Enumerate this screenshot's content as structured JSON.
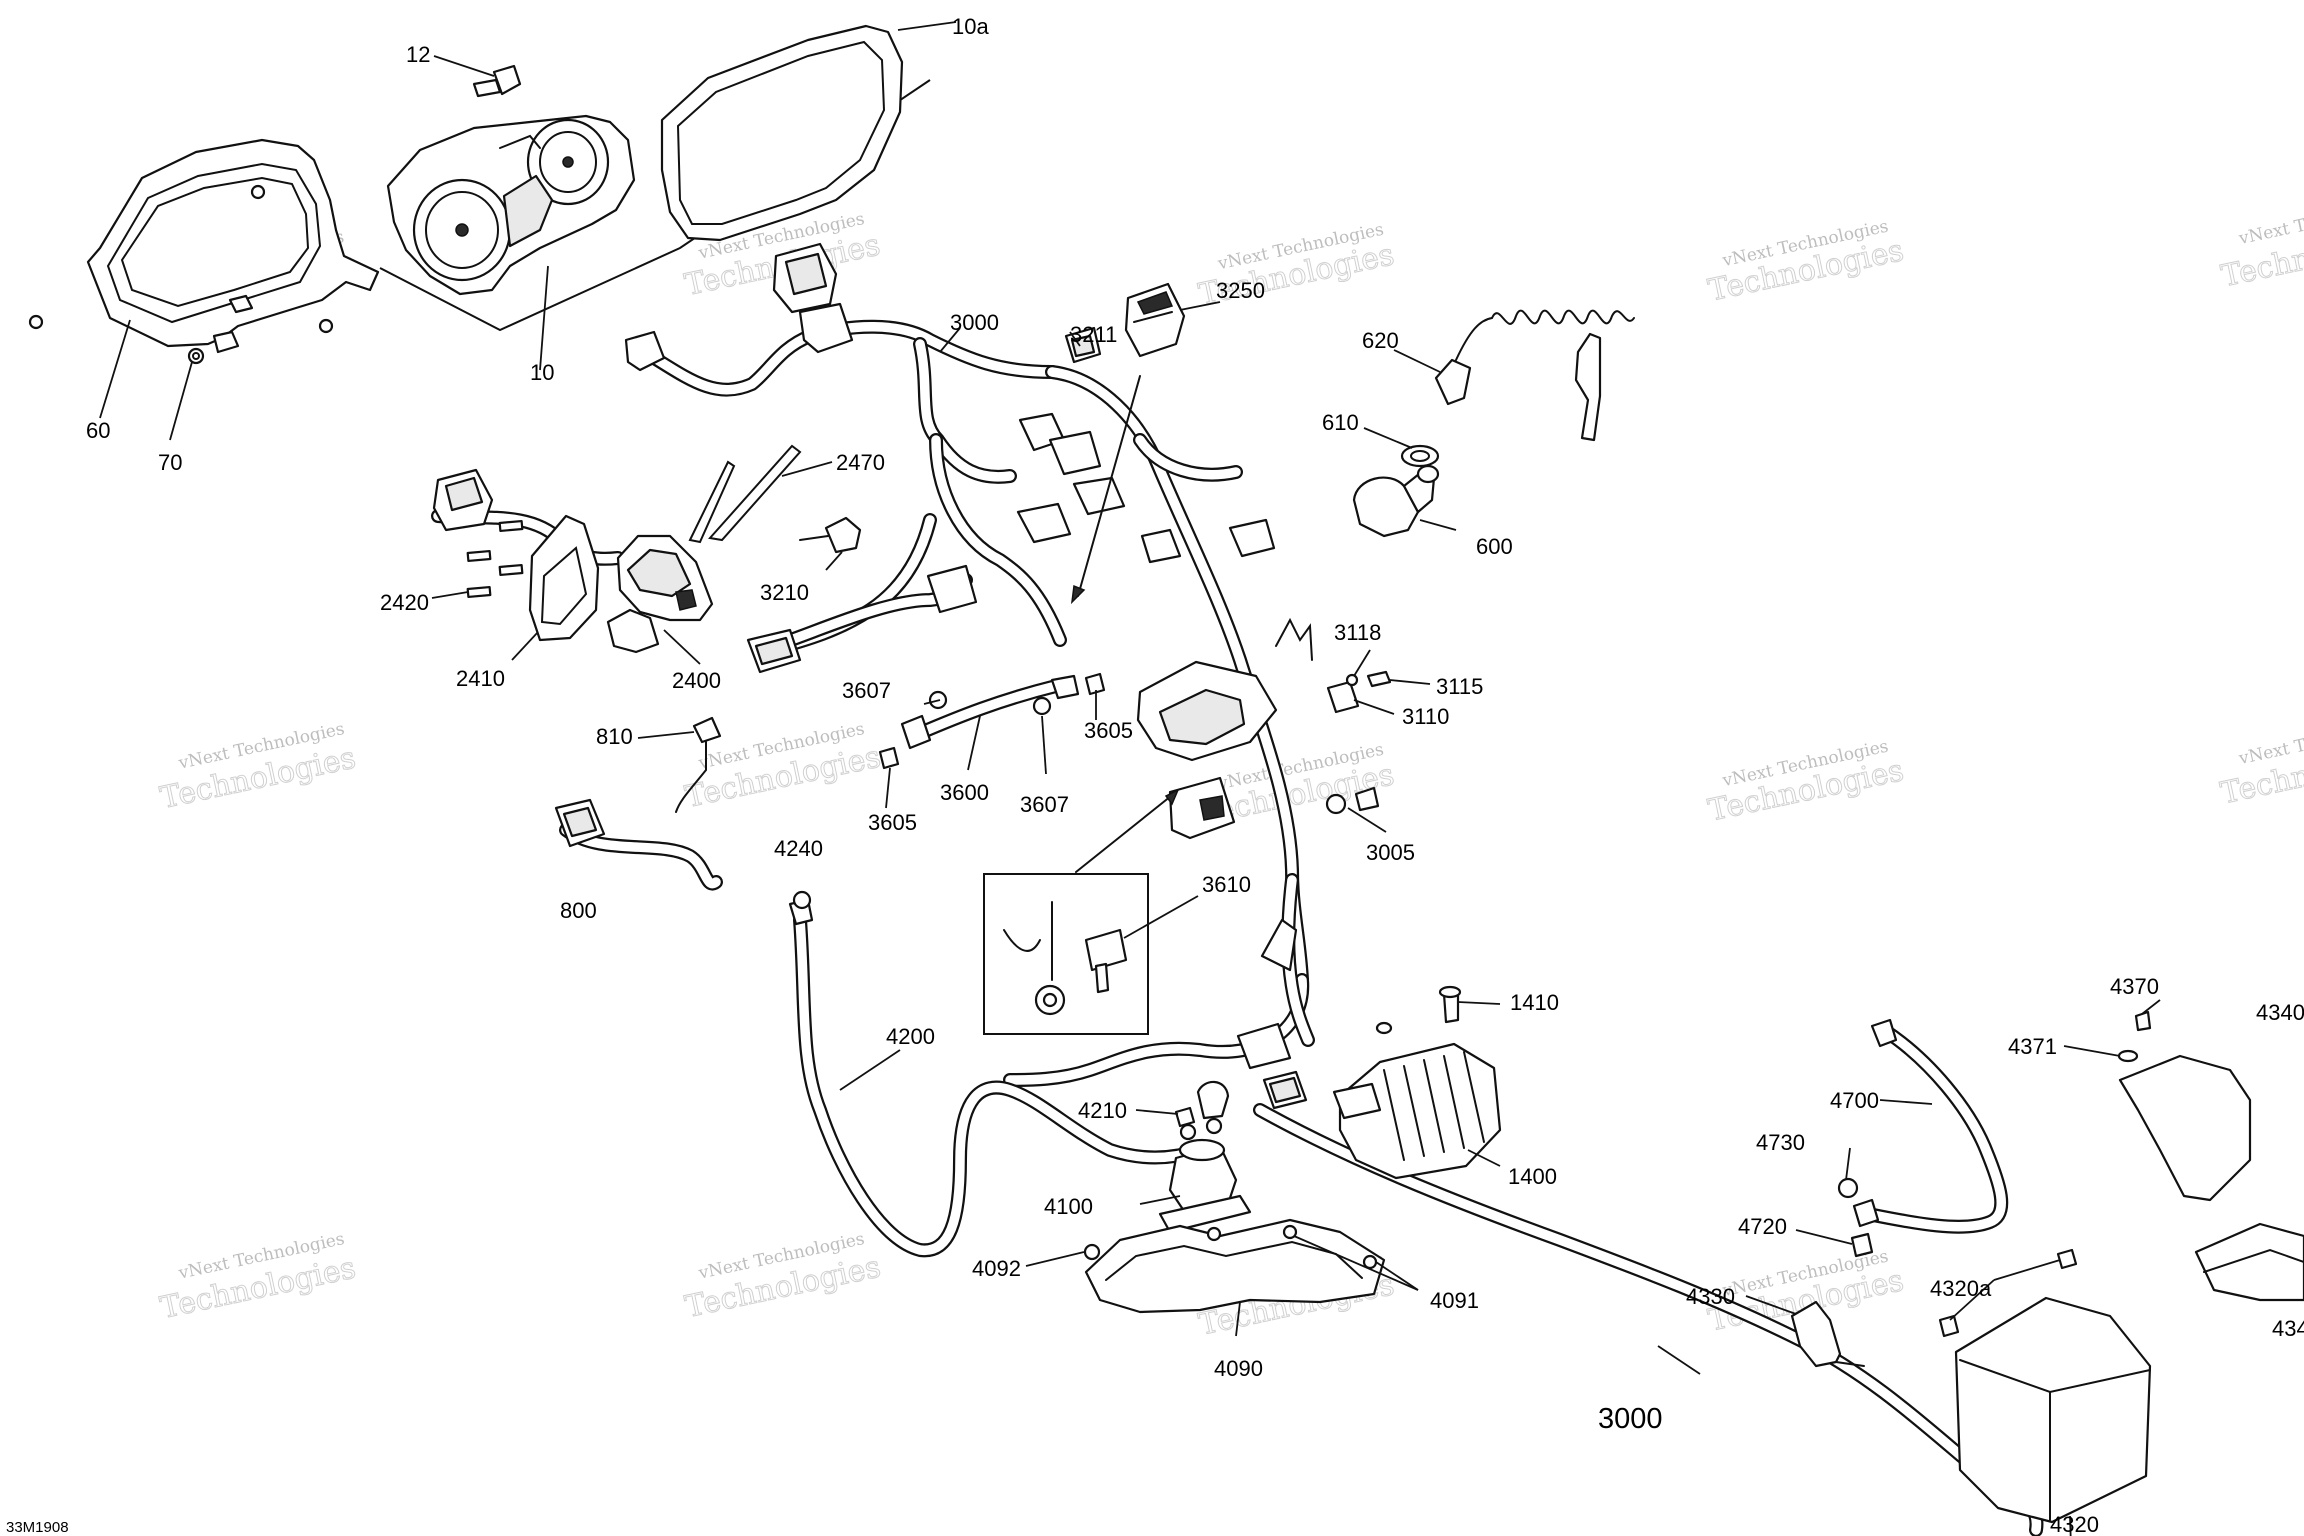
{
  "diagram_code": "33M1908",
  "watermark": {
    "line1": "vNext Technologies",
    "line2": "Technologies"
  },
  "callouts": {
    "c12": "12",
    "c10a": "10a",
    "c10": "10",
    "c60": "60",
    "c70": "70",
    "c3000_top": "3000",
    "c3211": "3211",
    "c3250": "3250",
    "c620": "620",
    "c610": "610",
    "c600": "600",
    "c2470": "2470",
    "c3210": "3210",
    "c2420": "2420",
    "c2410": "2410",
    "c2400": "2400",
    "c3118": "3118",
    "c3115": "3115",
    "c3110": "3110",
    "c3607_a": "3607",
    "c3605_a": "3605",
    "c3600": "3600",
    "c3607_b": "3607",
    "c3605_b": "3605",
    "c810": "810",
    "c800": "800",
    "c3005": "3005",
    "c4240": "4240",
    "c3610": "3610",
    "c4200": "4200",
    "c1410": "1410",
    "c1400": "1400",
    "c4210": "4210",
    "c4100": "4100",
    "c4092": "4092",
    "c4091": "4091",
    "c4090": "4090",
    "c3000_bottom": "3000",
    "c4370": "4370",
    "c4371": "4371",
    "c4340_a": "4340",
    "c4700": "4700",
    "c4730": "4730",
    "c4720": "4720",
    "c4330": "4330",
    "c4320a": "4320a",
    "c4340_b": "434",
    "c4320": "4320"
  }
}
